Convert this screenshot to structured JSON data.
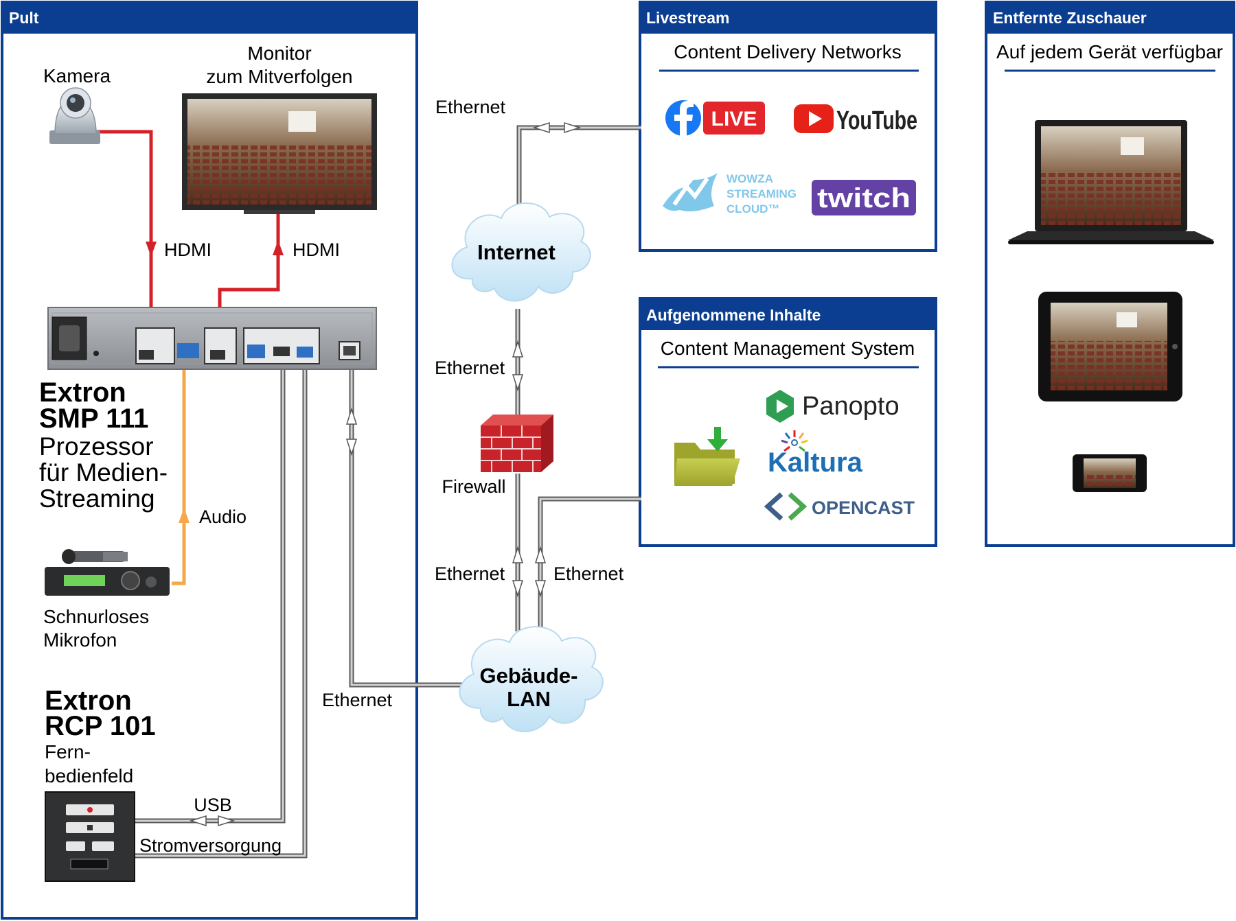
{
  "panels": {
    "pult": "Pult",
    "livestream": "Livestream",
    "remote_viewers": "Entfernte Zuschauer",
    "recorded": "Aufgenommene Inhalte"
  },
  "livestream": {
    "subtitle": "Content Delivery Networks",
    "logos": {
      "facebook_live": "LIVE",
      "youtube": "YouTube",
      "wowza_line1": "WOWZA",
      "wowza_line2": "STREAMING",
      "wowza_line3": "CLOUD™",
      "twitch": "twitch"
    }
  },
  "remote": {
    "subtitle": "Auf jedem Gerät verfügbar"
  },
  "recorded": {
    "subtitle": "Content Management System",
    "logos": {
      "panopto": "Panopto",
      "kaltura": "Kaltura",
      "opencast": "OPENCAST"
    }
  },
  "devices": {
    "camera": "Kamera",
    "monitor_line1": "Monitor",
    "monitor_line2": "zum Mitverfolgen",
    "smp_line1": "Extron",
    "smp_line2": "SMP 111",
    "smp_line3": "Prozessor",
    "smp_line4": "für Medien-",
    "smp_line5": "Streaming",
    "mic_line1": "Schnurloses",
    "mic_line2": "Mikrofon",
    "rcp_line1": "Extron",
    "rcp_line2": "RCP 101",
    "rcp_line3": "Fern-",
    "rcp_line4": "bedienfeld",
    "internet": "Internet",
    "lan_line1": "Gebäude-",
    "lan_line2": "LAN",
    "firewall": "Firewall"
  },
  "connections": {
    "hdmi_in": "HDMI",
    "hdmi_out": "HDMI",
    "audio": "Audio",
    "usb": "USB",
    "power": "Stromversorgung",
    "eth_smp_lan": "Ethernet",
    "eth_internet_cdn": "Ethernet",
    "eth_internet_firewall": "Ethernet",
    "eth_firewall_lan": "Ethernet",
    "eth_lan_cms": "Ethernet"
  },
  "colors": {
    "panel_blue": "#0b3d91",
    "hdmi_red": "#d42027",
    "audio_orange": "#f5a84a",
    "cable_gray": "#5a5a5a",
    "youtube_red": "#e62117",
    "facebook_blue": "#1877f2",
    "twitch_purple": "#6441a5",
    "wowza_blue": "#7fc8ea",
    "panopto_green": "#2f9e52",
    "kaltura_blue": "#1d6fb4",
    "opencast_blue": "#3e5f8a",
    "opencast_green": "#4aa84f"
  }
}
